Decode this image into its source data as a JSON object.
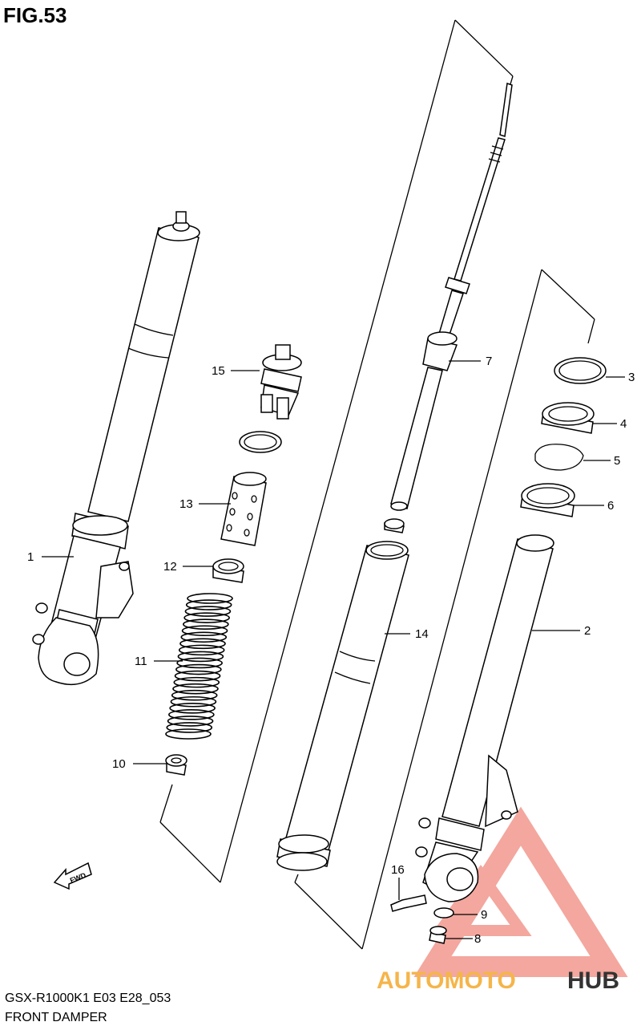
{
  "figure": {
    "title": "FIG.53",
    "model_code": "GSX-R1000K1 E03 E28_053",
    "section": "FRONT DAMPER",
    "direction_label": "FWD"
  },
  "callouts": [
    {
      "id": "1",
      "text": "1"
    },
    {
      "id": "2",
      "text": "2"
    },
    {
      "id": "3",
      "text": "3"
    },
    {
      "id": "4",
      "text": "4"
    },
    {
      "id": "5",
      "text": "5"
    },
    {
      "id": "6",
      "text": "6"
    },
    {
      "id": "7",
      "text": "7"
    },
    {
      "id": "8",
      "text": "8"
    },
    {
      "id": "9",
      "text": "9"
    },
    {
      "id": "10",
      "text": "10"
    },
    {
      "id": "11",
      "text": "11"
    },
    {
      "id": "12",
      "text": "12"
    },
    {
      "id": "13",
      "text": "13"
    },
    {
      "id": "14",
      "text": "14"
    },
    {
      "id": "15",
      "text": "15"
    },
    {
      "id": "16",
      "text": "16"
    }
  ],
  "watermark": {
    "part1": "AUTOMOTO",
    "part2": "HUB",
    "color_primary": "#f08a7e",
    "color_accent": "#f5b54a",
    "color_dark": "#333333"
  }
}
